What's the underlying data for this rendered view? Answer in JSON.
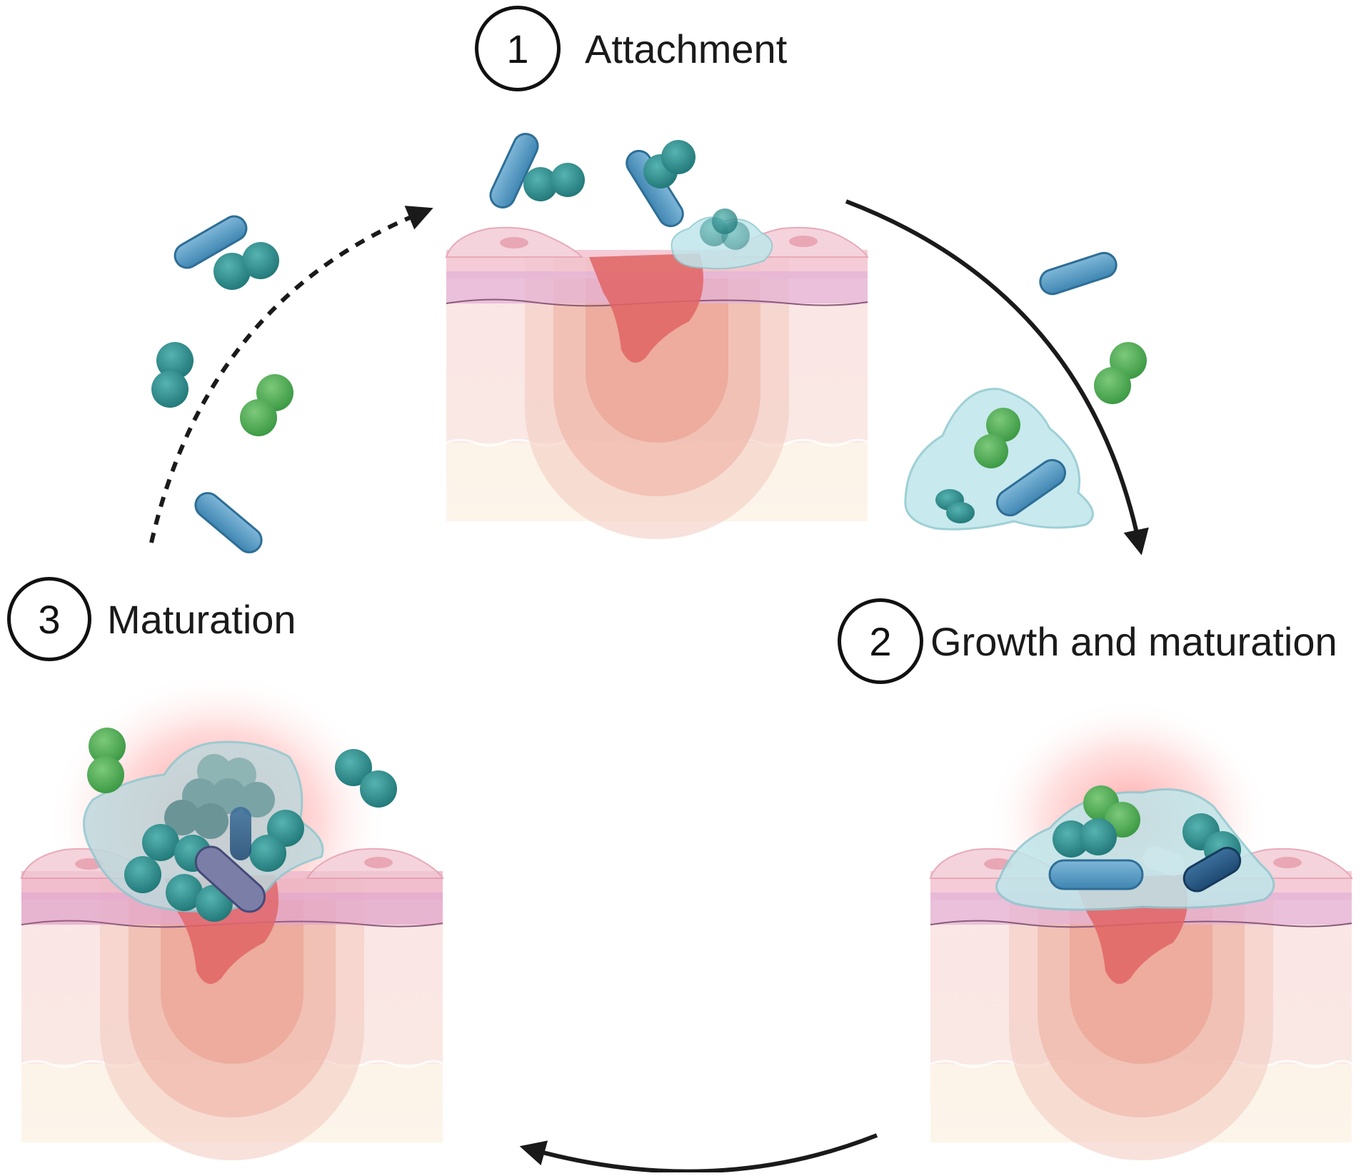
{
  "steps": [
    {
      "number": "1",
      "label": "Attachment"
    },
    {
      "number": "2",
      "label": "Growth and maturation"
    },
    {
      "number": "3",
      "label": "Maturation"
    }
  ],
  "colors": {
    "rod_bacteria": "#4a8fb8",
    "cocci_teal": "#2f8e8e",
    "cocci_green": "#4fae5a",
    "biofilm": "#bfe6ea",
    "wound_red": "#e06a6a",
    "skin_pink": "#f8e3e3",
    "arrow": "#1a1a1a"
  }
}
